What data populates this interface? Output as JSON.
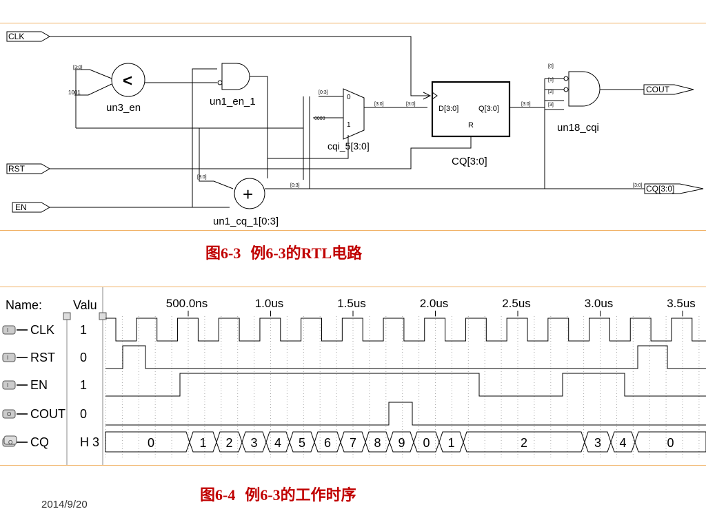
{
  "rtl": {
    "ports": {
      "clk": "CLK",
      "rst": "RST",
      "en": "EN",
      "cout": "COUT",
      "cq": "CQ[3:0]"
    },
    "blocks": {
      "comparator_name": "un3_en",
      "comparator_symbol": "<",
      "and_gate_name": "un1_en_1",
      "adder_name": "un1_cq_1[0:3]",
      "adder_symbol": "+",
      "mux_name": "cqi_5[3:0]",
      "mux_in0": "0",
      "mux_in1": "1",
      "mux_const": "0000",
      "reg_name": "CQ[3:0]",
      "reg_d": "D[3:0]",
      "reg_q": "Q[3:0]",
      "reg_r": "R",
      "and4_name": "un18_cqi",
      "const_1001": "1001"
    },
    "bus_tags": {
      "cmp_in": "[3:0]",
      "mux_in": "[0:3]",
      "mux_out": "[3:0]",
      "reg_in": "[3:0]",
      "reg_out": "[3:0]",
      "adder_in": "[3:0]",
      "adder_out": "[0:3]",
      "cq_out": "[3:0]",
      "and_b0": "[0]",
      "and_b1": "[1]",
      "and_b2": "[2]",
      "and_b3": "[3]"
    }
  },
  "caption1": {
    "fig": "图6-3",
    "text": "例6-3的RTL电路"
  },
  "waveform": {
    "name_header": "Name:",
    "value_header": "Valu",
    "time_ticks": [
      "500.0ns",
      "1.0us",
      "1.5us",
      "2.0us",
      "2.5us",
      "3.0us",
      "3.5us"
    ],
    "signals": [
      {
        "name": "CLK",
        "value": "1",
        "type": "input"
      },
      {
        "name": "RST",
        "value": "0",
        "type": "input"
      },
      {
        "name": "EN",
        "value": "1",
        "type": "input"
      },
      {
        "name": "COUT",
        "value": "0",
        "type": "output"
      },
      {
        "name": "CQ",
        "value": "H 3",
        "type": "bus"
      }
    ],
    "cq_values": [
      "0",
      "1",
      "2",
      "3",
      "4",
      "5",
      "6",
      "7",
      "8",
      "9",
      "0",
      "1",
      "2",
      "3",
      "4",
      "0"
    ],
    "icon_in": "I",
    "icon_out": "O"
  },
  "caption2": {
    "fig": "图6-4",
    "text": "例6-3的工作时序"
  },
  "footer": {
    "date": "2014/9/20"
  }
}
